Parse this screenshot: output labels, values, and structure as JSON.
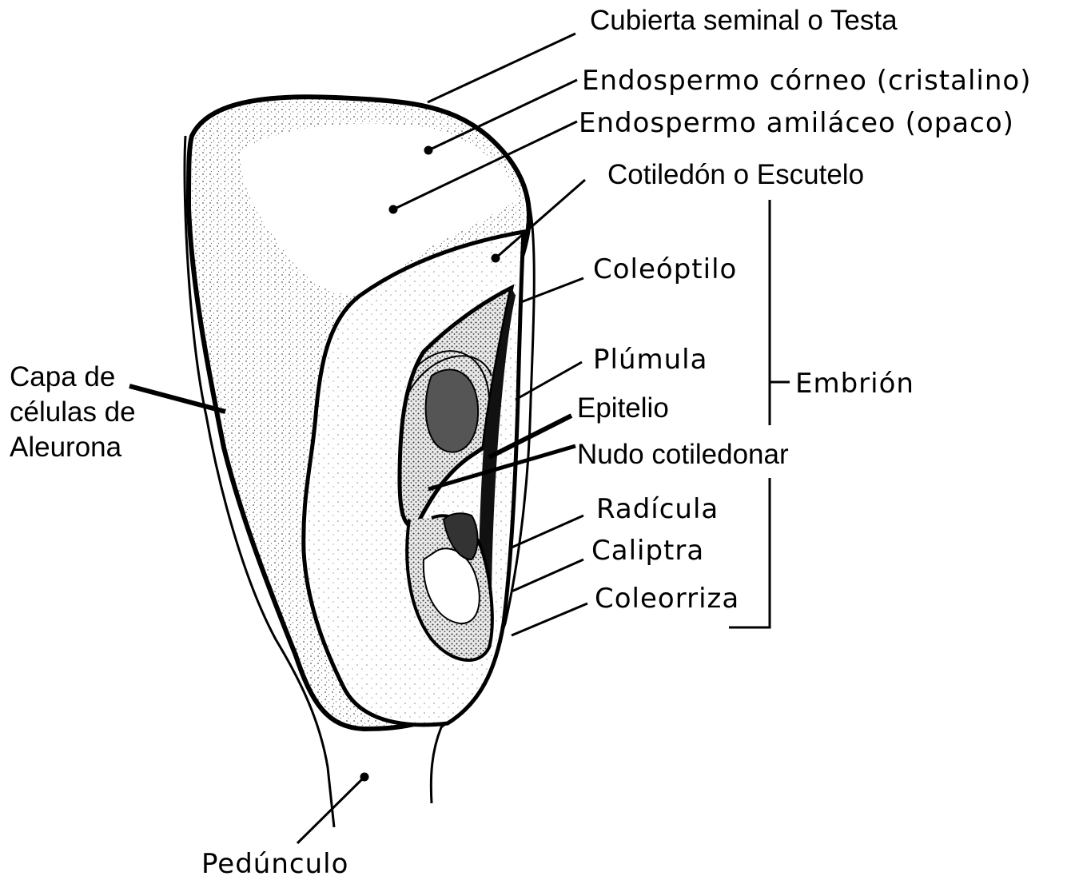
{
  "labels": {
    "testa": "Cubierta seminal o Testa",
    "endosperm_corneo": "Endospermo córneo (cristalino)",
    "endosperm_amilaceo": "Endospermo amiláceo (opaco)",
    "cotiledon": "Cotiledón o Escutelo",
    "coleoptilo": "Coleóptilo",
    "plumula": "Plúmula",
    "epitelio": "Epitelio",
    "nudo": "Nudo cotiledonar",
    "radicula": "Radícula",
    "caliptra": "Caliptra",
    "coleorriza": "Coleorriza",
    "embrion": "Embrión",
    "aleurona_1": "Capa de",
    "aleurona_2": "células de",
    "aleurona_3": "Aleurona",
    "peduncle": "Pedúnculo"
  }
}
